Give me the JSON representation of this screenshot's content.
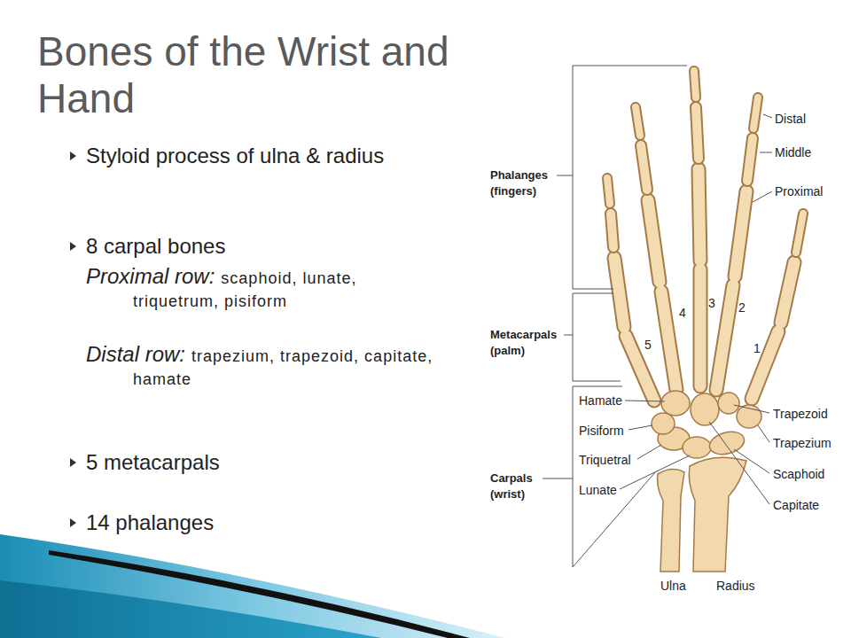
{
  "diagram": {
    "title": "Bones of the Wrist and Hand",
    "labels": [
      "Styloid process of ulna & radius",
      "8 carpal bones",
      "Proximal row:",
      "scaphoid, lunate, triquetrum, pisiform",
      "Distal row:",
      "trapezium, trapezoid, capitate, hamate",
      "5 metacarpals",
      "14 phalanges",
      "Phalanges (fingers)",
      "Metacarpals (palm)",
      "Carpals (wrist)",
      "Distal",
      "Middle",
      "Proximal",
      "Hamate",
      "Pisiform",
      "Triquetral",
      "Lunate",
      "Trapezoid",
      "Trapezium",
      "Scaphoid",
      "Capitate",
      "Ulna",
      "Radius",
      "4",
      "3",
      "2",
      "5",
      "1"
    ]
  }
}
